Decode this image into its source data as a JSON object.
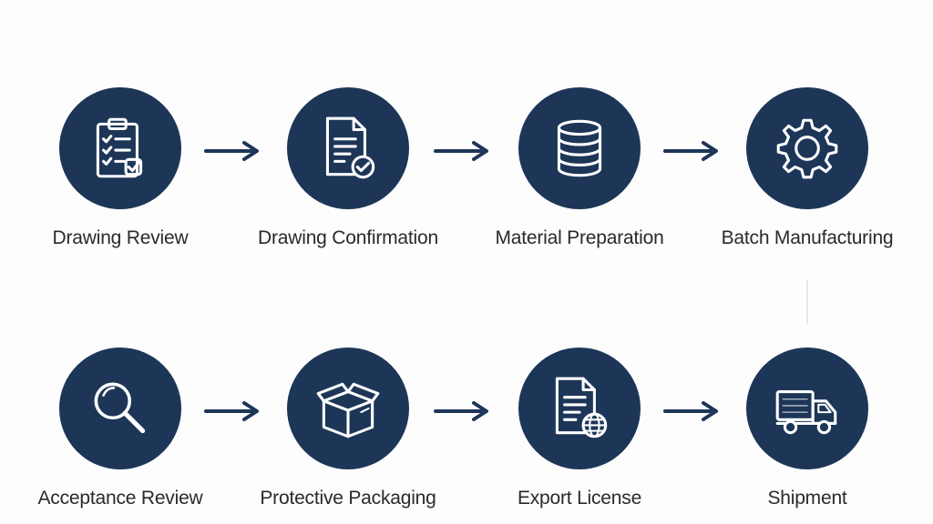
{
  "colors": {
    "circle": "#1d3658",
    "icon_stroke": "#ffffff",
    "arrow": "#1d3658",
    "label_text": "#2a2a2a",
    "background": "#fdfdfd"
  },
  "steps": [
    {
      "label": "Drawing Review",
      "icon": "clipboard-checklist-icon"
    },
    {
      "label": "Drawing Confirmation",
      "icon": "document-check-icon"
    },
    {
      "label": "Material Preparation",
      "icon": "material-stack-icon"
    },
    {
      "label": "Batch Manufacturing",
      "icon": "gear-icon"
    },
    {
      "label": "Acceptance Review",
      "icon": "magnifier-icon"
    },
    {
      "label": "Protective Packaging",
      "icon": "package-box-icon"
    },
    {
      "label": "Export License",
      "icon": "document-globe-icon"
    },
    {
      "label": "Shipment",
      "icon": "truck-icon"
    }
  ]
}
